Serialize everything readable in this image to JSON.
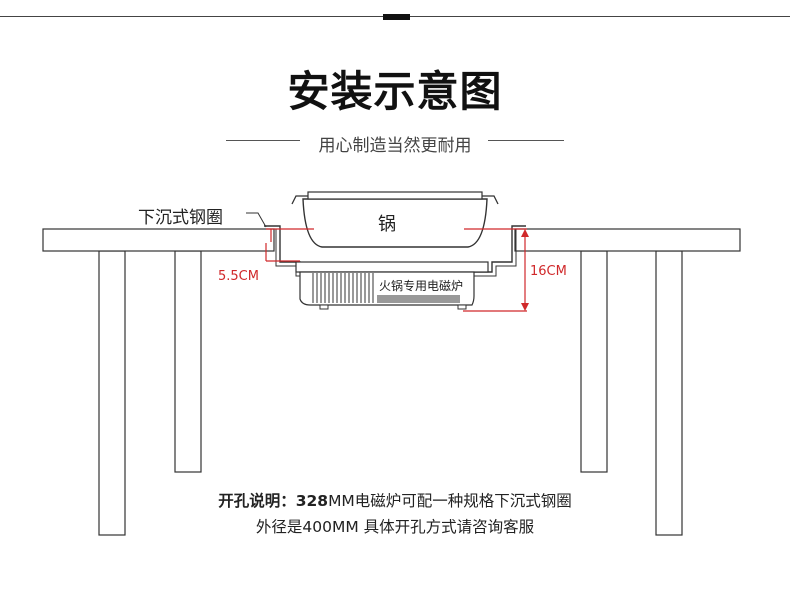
{
  "header": {
    "title": "安装示意图",
    "subtitle": "用心制造当然更耐用"
  },
  "diagram": {
    "label_ring": "下沉式钢圈",
    "label_pot": "锅",
    "label_cooker": "火锅专用电磁炉",
    "dim_left": "5.5CM",
    "dim_right": "16CM",
    "colors": {
      "dimension": "#d0282a",
      "outline": "#333333",
      "table_fill": "#ffffff"
    }
  },
  "notes": {
    "line1_label": "开孔说明：",
    "line1_size": "328",
    "line1_rest": "MM电磁炉可配一种规格下沉式钢圈",
    "line2": "外径是400MM 具体开孔方式请咨询客服"
  }
}
